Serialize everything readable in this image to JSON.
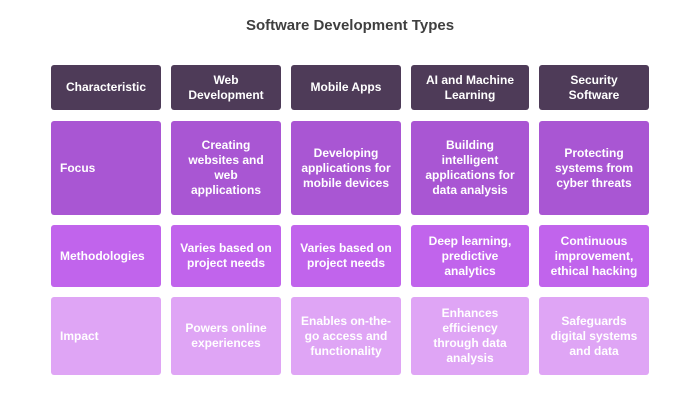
{
  "title": "Software Development Types",
  "colors": {
    "header": "#4e3b58",
    "focus_row": "#a956d3",
    "methodologies_row": "#c164ec",
    "impact_row": "#dfa5f5",
    "text": "#ffffff"
  },
  "table": {
    "headers": [
      "Characteristic",
      "Web Development",
      "Mobile Apps",
      "AI and Machine Learning",
      "Security Software"
    ],
    "rows": [
      {
        "label": "Focus",
        "cells": [
          "Creating websites and web applications",
          "Developing applications for mobile devices",
          "Building intelligent applications for data analysis",
          "Protecting systems from cyber threats"
        ]
      },
      {
        "label": "Methodologies",
        "cells": [
          "Varies based on project needs",
          "Varies based on project needs",
          "Deep learning, predictive analytics",
          "Continuous improvement, ethical hacking"
        ]
      },
      {
        "label": "Impact",
        "cells": [
          "Powers online experiences",
          "Enables on-the-go access and functionality",
          "Enhances efficiency through data analysis",
          "Safeguards digital systems and data"
        ]
      }
    ]
  }
}
